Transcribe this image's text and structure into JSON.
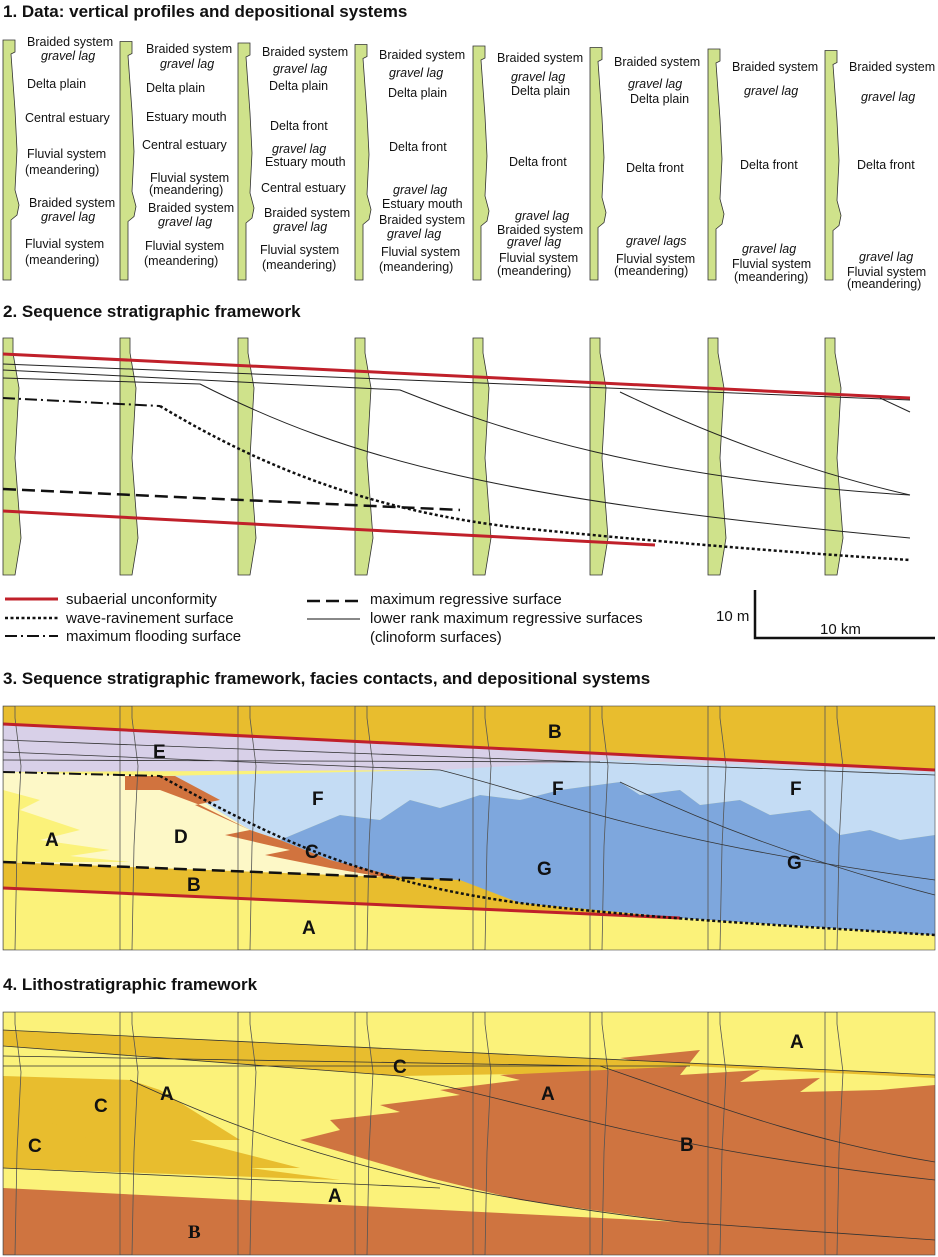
{
  "sections": {
    "s1": "1. Data: vertical profiles and depositional systems",
    "s2": "2. Sequence stratigraphic framework",
    "s3": "3. Sequence stratigraphic framework, facies contacts, and depositional systems",
    "s4": "4. Lithostratigraphic framework"
  },
  "colors": {
    "column_green": "#cfe28b",
    "unconformity_red": "#c0202a",
    "yellow_A": "#fbf27a",
    "cream_D": "#fdf8c7",
    "gold_B": "#e8bd2e",
    "orange_C": "#d1733e",
    "lavender_E": "#d8d0e8",
    "lightblue_F": "#c4dcf4",
    "blue_G": "#7ea7dd",
    "litho_yellow": "#fbf27a",
    "litho_gold": "#e8bd2e",
    "litho_brown": "#cf7440"
  },
  "profiles": [
    {
      "labels": [
        "Braided system",
        "gravel lag",
        "Delta plain",
        "Central estuary",
        "Fluvial system",
        "(meandering)",
        "Braided system",
        "gravel lag",
        "Fluvial system",
        "(meandering)"
      ]
    },
    {
      "labels": [
        "Braided system",
        "gravel lag",
        "Delta plain",
        "Estuary mouth",
        "Central estuary",
        "Fluvial system",
        "(meandering)",
        "Braided system",
        "gravel lag",
        "Fluvial system",
        "(meandering)"
      ]
    },
    {
      "labels": [
        "Braided system",
        "gravel lag",
        "Delta plain",
        "Delta front",
        "gravel lag",
        "Estuary mouth",
        "Central estuary",
        "Braided system",
        "gravel lag",
        "Fluvial system",
        "(meandering)"
      ]
    },
    {
      "labels": [
        "Braided system",
        "gravel lag",
        "Delta plain",
        "Delta front",
        "gravel lag",
        "Estuary mouth",
        "Braided system",
        "gravel lag",
        "Fluvial system",
        "(meandering)"
      ]
    },
    {
      "labels": [
        "Braided system",
        "gravel lag",
        "Delta plain",
        "Delta front",
        "gravel lag",
        "Braided system",
        "gravel lag",
        "Fluvial system",
        "(meandering)"
      ]
    },
    {
      "labels": [
        "Braided system",
        "gravel lag",
        "Delta plain",
        "Delta front",
        "gravel lags",
        "Fluvial system",
        "(meandering)"
      ]
    },
    {
      "labels": [
        "Braided system",
        "gravel lag",
        "Delta front",
        "gravel lag",
        "Fluvial system",
        "(meandering)"
      ]
    },
    {
      "labels": [
        "Braided system",
        "gravel lag",
        "Delta front",
        "gravel lag",
        "Fluvial system",
        "(meandering)"
      ]
    }
  ],
  "legend": {
    "subaerial": "subaerial unconformity",
    "wave": "wave-ravinement surface",
    "mfs": "maximum flooding surface",
    "mrs": "maximum regressive surface",
    "lower1": "lower rank maximum regressive surfaces",
    "lower2": "(clinoform surfaces)",
    "scale_v": "10 m",
    "scale_h": "10 km"
  },
  "units3": {
    "B": "B",
    "E": "E",
    "F": "F",
    "A": "A",
    "D": "D",
    "C": "C",
    "G": "G"
  },
  "units4": {
    "A": "A",
    "B": "B",
    "C": "C"
  }
}
